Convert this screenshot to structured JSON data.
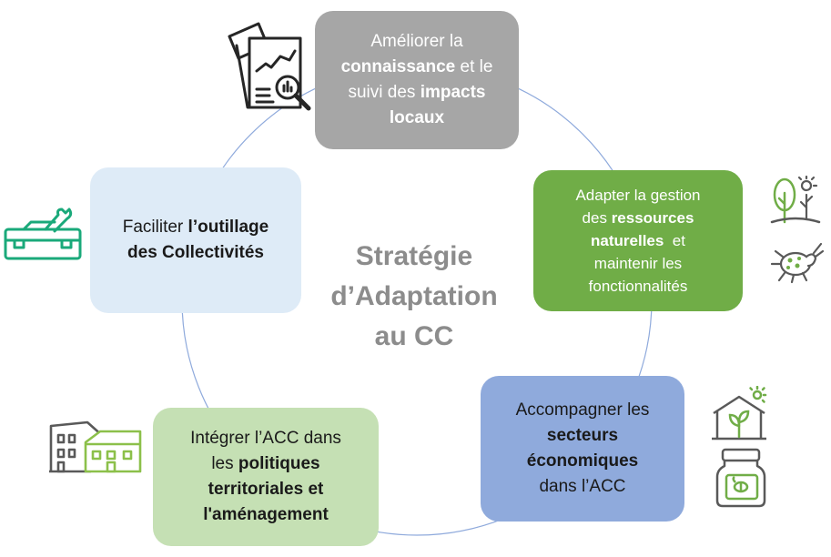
{
  "center": {
    "lines": [
      "Stratégie",
      "d’Adaptation",
      "au CC"
    ]
  },
  "boxes": {
    "knowledge": {
      "l1": "Améliorer la",
      "l2a": "connaissance",
      "l2b": " et le",
      "l3a": "suivi des ",
      "l3b": "impacts",
      "l4": "locaux"
    },
    "resources": {
      "l1": "Adapter la gestion",
      "l2a": "des ",
      "l2b": "ressources",
      "l3a": "naturelles",
      "l3b": "  et",
      "l4": "maintenir les",
      "l5": "fonctionnalités"
    },
    "economic": {
      "l1": "Accompagner les",
      "l2": "secteurs",
      "l3": "économiques",
      "l4": "dans l’ACC"
    },
    "territorial": {
      "l1": "Intégrer l’ACC dans",
      "l2a": "les ",
      "l2b": "politiques",
      "l3": "territoriales et",
      "l4": "l'aménagement"
    },
    "tools": {
      "l1a": "Faciliter ",
      "l1b": "l’outillage",
      "l2": "des Collectivités"
    }
  },
  "icons": [
    "report-magnifier-icon",
    "tree-sun-icon",
    "beetle-icon",
    "greenhouse-icon",
    "honey-jar-icon",
    "buildings-icon",
    "toolbox-icon"
  ],
  "colors": {
    "knowledge": "#a6a6a6",
    "resources": "#70ad47",
    "economic": "#8faadc",
    "territorial": "#c5e0b4",
    "tools": "#deebf7",
    "circle": "#8faadc",
    "center_text": "#8c8c8c",
    "icon_green": "#70ad47",
    "icon_dark": "#595959",
    "icon_teal": "#1aa97a"
  }
}
